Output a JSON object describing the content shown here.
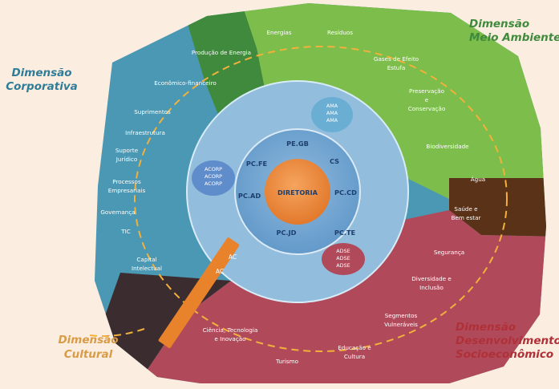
{
  "colors": {
    "background": "#fbeee0",
    "corporativa": "#4a98b3",
    "meio_ambiente": "#7cbd4b",
    "meio_ambiente_dark": "#3f8a3c",
    "socioeconomico": "#b04a5b",
    "saude": "#5a3217",
    "cultural": "#3b2c2f",
    "dashed_ring": "#f2b13b",
    "accent_orange": "#e8832c",
    "ring_blue": "#93bddc",
    "title_blue": "#2f7c99",
    "title_green": "#3f8a3c",
    "title_red": "#b03038",
    "title_orange": "#d99b45"
  },
  "dimensions": {
    "corporativa": [
      "Dimensão",
      "Corporativa"
    ],
    "meio_ambiente": [
      "Dimensão",
      "Meio Ambiente"
    ],
    "cultural": [
      "Dimensão",
      "Cultural"
    ],
    "socioeconomico": [
      "Dimensão",
      "Desenvolvimento",
      "Socioeconômico"
    ]
  },
  "labels": {
    "corporativa": [
      [
        "Econômico-financeiro"
      ],
      [
        "Suprimentos"
      ],
      [
        "Infraestrutura"
      ],
      [
        "Suporte",
        "Jurídico"
      ],
      [
        "Processos",
        "Empresariais"
      ],
      [
        "Governança"
      ],
      [
        "TIC"
      ],
      [
        "Capital",
        "Intelectual"
      ]
    ],
    "meio_ambiente": [
      [
        "Produção de Energia"
      ],
      [
        "Energias"
      ],
      [
        "Resíduos"
      ],
      [
        "Gases de Efeito",
        "Estufa"
      ],
      [
        "Preservação",
        "e",
        "Conservação"
      ],
      [
        "Biodiversidade"
      ],
      [
        "Água"
      ]
    ],
    "socioeconomico": [
      [
        "Saúde e",
        "Bem estar"
      ],
      [
        "Segurança"
      ],
      [
        "Diversidade e",
        "Inclusão"
      ],
      [
        "Segmentos",
        "Vulneráveis"
      ],
      [
        "Educação e",
        "Cultura"
      ],
      [
        "Turismo"
      ]
    ],
    "cultural": [
      [
        "Ciência, Tecnologia",
        "e Inovação"
      ]
    ]
  },
  "core": {
    "center": "DIRETORIA",
    "units": [
      "PE.GB",
      "CS",
      "PC.CD",
      "PC.TE",
      "PC.JD",
      "PC.AD",
      "PC.FE"
    ]
  },
  "bubbles": {
    "ama": [
      "AMA",
      "AMA",
      "AMA"
    ],
    "acorp": [
      "ACORP",
      "ACORP",
      "ACORP"
    ],
    "adse": [
      "ADSE",
      "ADSE",
      "ADSE"
    ]
  },
  "bar": {
    "labels": [
      "AC",
      "AC"
    ]
  }
}
